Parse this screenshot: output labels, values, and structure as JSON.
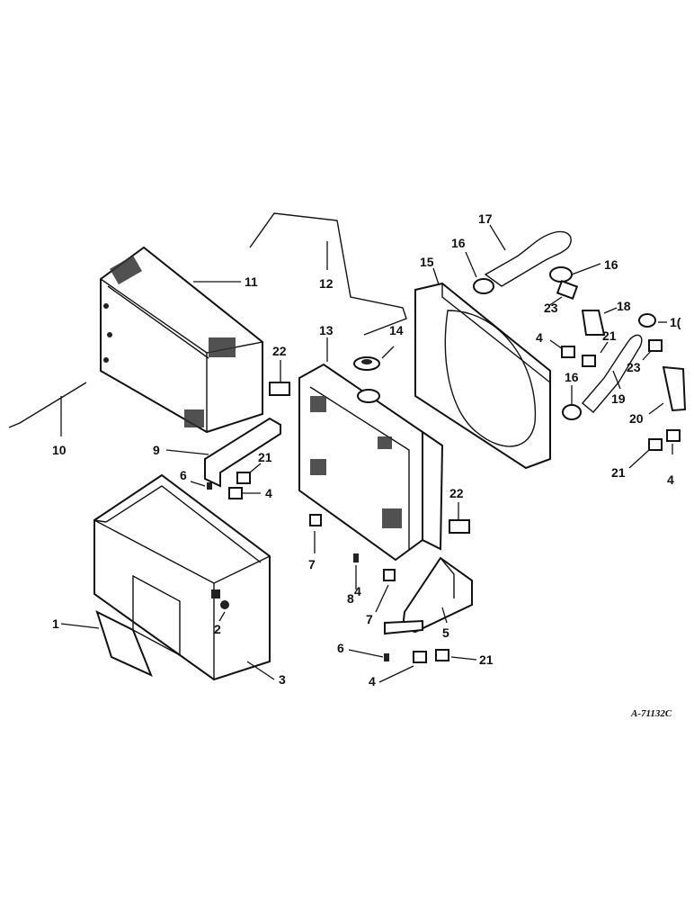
{
  "diagram": {
    "reference_code": "A-71132C",
    "callouts": [
      {
        "id": "c1",
        "text": "1"
      },
      {
        "id": "c2",
        "text": "2"
      },
      {
        "id": "c3",
        "text": "3"
      },
      {
        "id": "c4a",
        "text": "4"
      },
      {
        "id": "c4b",
        "text": "4"
      },
      {
        "id": "c4c",
        "text": "4"
      },
      {
        "id": "c4d",
        "text": "4"
      },
      {
        "id": "c4e",
        "text": "4"
      },
      {
        "id": "c5",
        "text": "5"
      },
      {
        "id": "c6a",
        "text": "6"
      },
      {
        "id": "c6b",
        "text": "6"
      },
      {
        "id": "c7a",
        "text": "7"
      },
      {
        "id": "c7b",
        "text": "7"
      },
      {
        "id": "c8",
        "text": "8"
      },
      {
        "id": "c9",
        "text": "9"
      },
      {
        "id": "c10",
        "text": "10"
      },
      {
        "id": "c11",
        "text": "11"
      },
      {
        "id": "c12",
        "text": "12"
      },
      {
        "id": "c13",
        "text": "13"
      },
      {
        "id": "c14",
        "text": "14"
      },
      {
        "id": "c15",
        "text": "15"
      },
      {
        "id": "c16a",
        "text": "16"
      },
      {
        "id": "c16b",
        "text": "16"
      },
      {
        "id": "c16c",
        "text": "16"
      },
      {
        "id": "c16d",
        "text": "1("
      },
      {
        "id": "c17",
        "text": "17"
      },
      {
        "id": "c18",
        "text": "18"
      },
      {
        "id": "c19",
        "text": "19"
      },
      {
        "id": "c20",
        "text": "20"
      },
      {
        "id": "c21a",
        "text": "21"
      },
      {
        "id": "c21b",
        "text": "21"
      },
      {
        "id": "c21c",
        "text": "21"
      },
      {
        "id": "c21d",
        "text": "21"
      },
      {
        "id": "c22a",
        "text": "22"
      },
      {
        "id": "c22b",
        "text": "22"
      },
      {
        "id": "c23a",
        "text": "23"
      },
      {
        "id": "c23b",
        "text": "23"
      }
    ]
  }
}
